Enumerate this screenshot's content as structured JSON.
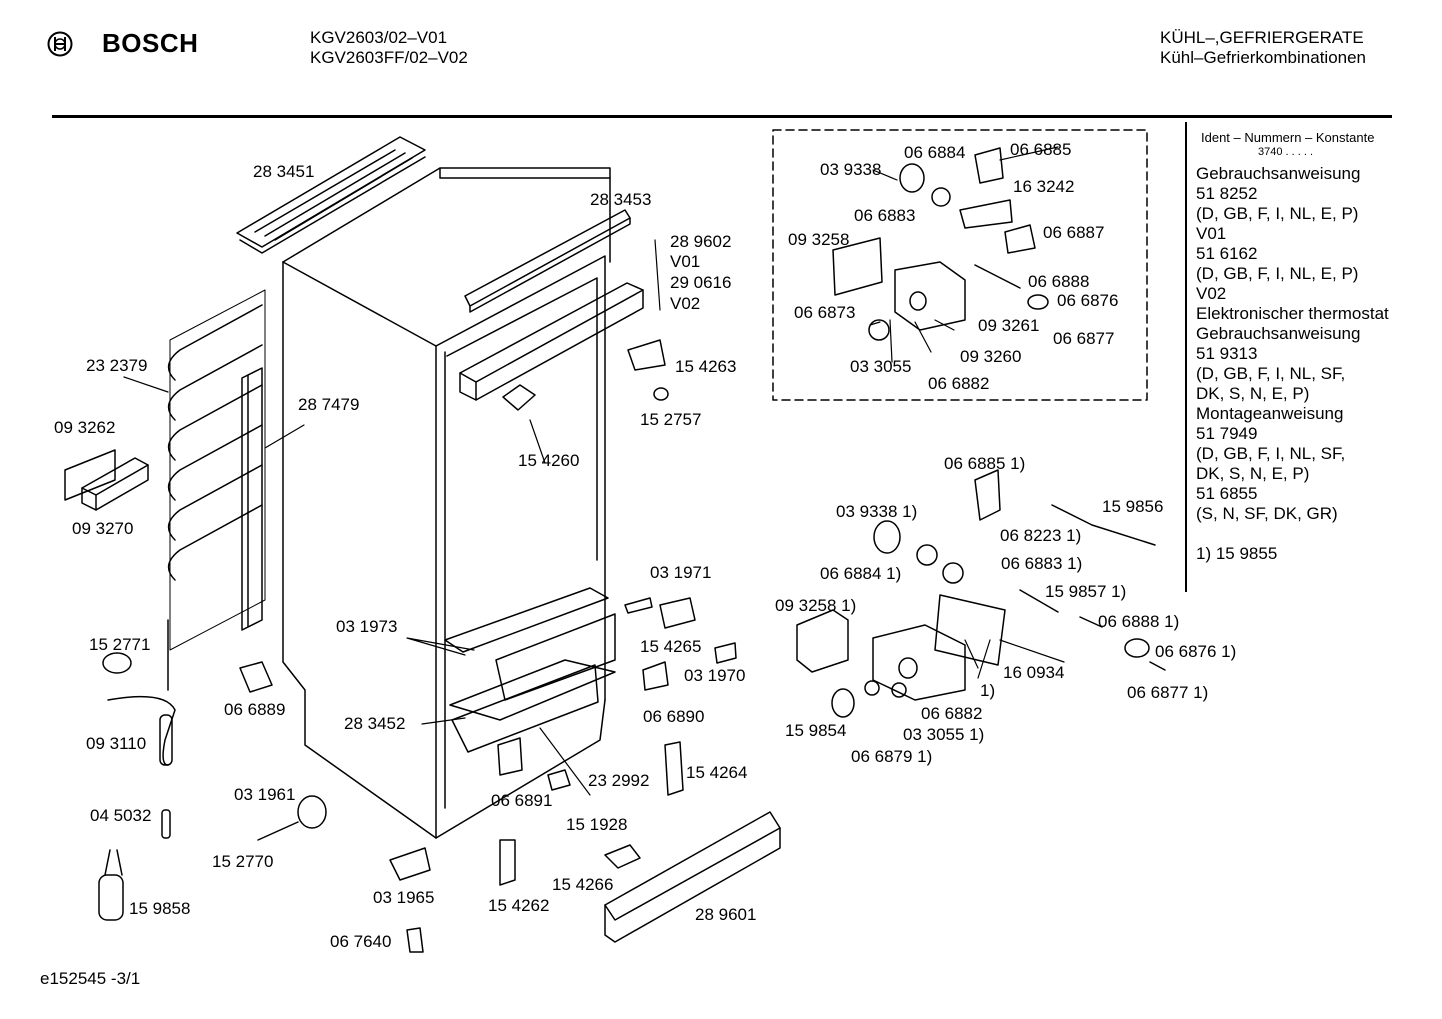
{
  "header": {
    "brand": "BOSCH",
    "model_1": "KGV2603/02–V01",
    "model_2": "KGV2603FF/02–V02",
    "category": "KÜHL–,GEFRIERGERATE",
    "subcategory": "Kühl–Gefrierkombinationen"
  },
  "side_panel": {
    "ident_title": "Ident – Nummern – Konstante",
    "ident_value": "3740  .  .  .  .  .",
    "lines": [
      "Gebrauchsanweisung",
      "51 8252",
      "(D, GB, F, I, NL, E, P)",
      "V01",
      "51 6162",
      "(D, GB, F, I, NL, E, P)",
      "V02",
      "Elektronischer thermostat",
      "Gebrauchsanweisung",
      "51 9313",
      "(D, GB, F, I, NL, SF,",
      "DK, S, N, E, P)",
      "Montageanweisung",
      "51 7949",
      "(D, GB, F, I, NL, SF,",
      "DK, S, N, E, P)",
      "51 6855",
      "(S, N, SF, DK, GR)",
      "",
      "1) 15 9855"
    ]
  },
  "footer": {
    "code": "e152545   -3/1"
  },
  "parts": [
    "28 3451",
    "28 3453",
    "28 9602",
    "V01",
    "29 0616",
    "V02",
    "23 2379",
    "28 7479",
    "09 3262",
    "09 3270",
    "15 4263",
    "15 2757",
    "15 4260",
    "15 2771",
    "06 6889",
    "09 3110",
    "03 1973",
    "03 1971",
    "15 4265",
    "03 1970",
    "06 6890",
    "28 3452",
    "23 2992",
    "06 6891",
    "15 4264",
    "03 1961",
    "04 5032",
    "15 2770",
    "15 1928",
    "03 1965",
    "15 4262",
    "15 4266",
    "15 9858",
    "06 7640",
    "28 9601",
    "06 6884",
    "06 6885",
    "03 9338",
    "16 3242",
    "06 6883",
    "06 6887",
    "09 3258",
    "06 6888",
    "06 6876",
    "06 6873",
    "09 3261",
    "03 3055",
    "09 3260",
    "06 6877",
    "06 6882",
    "06 6885 1)",
    "15 9856",
    "03 9338 1)",
    "06 8223 1)",
    "06 6883 1)",
    "06 6884 1)",
    "15 9857 1)",
    "09 3258 1)",
    "06 6888 1)",
    "06 6876 1)",
    "16 0934",
    "1)",
    "06 6877 1)",
    "06 6882",
    "15 9854",
    "03 3055 1)",
    "06 6879 1)"
  ]
}
